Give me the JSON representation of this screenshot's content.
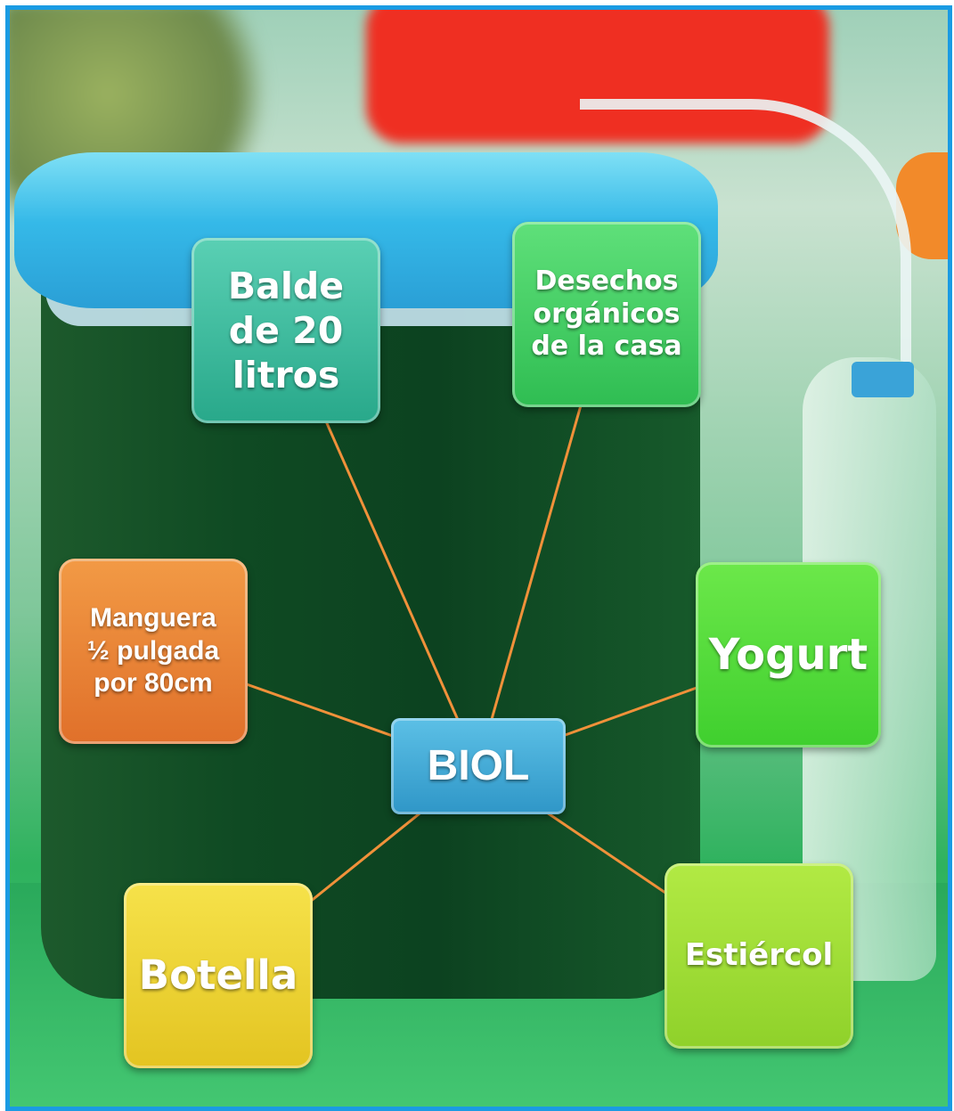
{
  "diagram": {
    "center": {
      "id": "biol",
      "label": "BIOL",
      "color": "#3aa6d6"
    },
    "nodes": [
      {
        "id": "balde",
        "label": "Balde\nde 20\nlitros",
        "color": "#2fb896"
      },
      {
        "id": "desechos",
        "label": "Desechos\norgánicos\nde la casa",
        "color": "#3fcc5e"
      },
      {
        "id": "manguera",
        "label": "Manguera\n½ pulgada\npor 80cm",
        "color": "#e8802f"
      },
      {
        "id": "yogurt",
        "label": "Yogurt",
        "color": "#4fd93a"
      },
      {
        "id": "botella",
        "label": "Botella",
        "color": "#ecd130"
      },
      {
        "id": "estiercol",
        "label": "Estiércol",
        "color": "#9fdc33"
      }
    ],
    "edges": [
      {
        "from": "biol",
        "to": "balde"
      },
      {
        "from": "biol",
        "to": "desechos"
      },
      {
        "from": "biol",
        "to": "manguera"
      },
      {
        "from": "biol",
        "to": "yogurt"
      },
      {
        "from": "biol",
        "to": "botella"
      },
      {
        "from": "biol",
        "to": "estiercol"
      }
    ],
    "edge_color": "#f0913a",
    "frame_color": "#1a9be3"
  }
}
